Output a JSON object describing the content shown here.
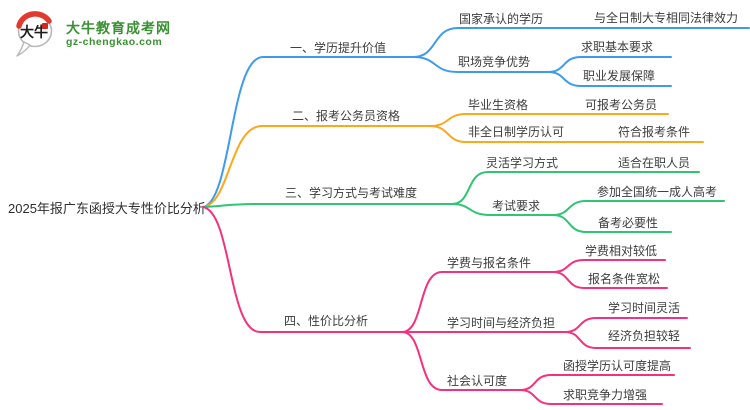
{
  "logo": {
    "icon_text": "大牛",
    "brand": "大牛教育成考网",
    "domain": "gz-chengkao.com",
    "brand_color": "#3a9132",
    "icon_red": "#e23a2e",
    "icon_stroke": "#b9b9b9"
  },
  "root": {
    "label": "2025年报广东函授大专性价比分析"
  },
  "colors": {
    "blue": "#3d9bee",
    "orange": "#fba81c",
    "green": "#2ec574",
    "pink": "#f5317f",
    "text": "#3d3d3d"
  },
  "branches": [
    {
      "label": "一、学历提升价值",
      "color": "#3d9bee",
      "children": [
        {
          "label": "国家承认的学历",
          "children": [
            {
              "label": "与全日制大专相同法律效力"
            }
          ]
        },
        {
          "label": "职场竞争优势",
          "children": [
            {
              "label": "求职基本要求"
            },
            {
              "label": "职业发展保障"
            }
          ]
        }
      ]
    },
    {
      "label": "二、报考公务员资格",
      "color": "#fba81c",
      "children": [
        {
          "label": "毕业生资格",
          "children": [
            {
              "label": "可报考公务员"
            }
          ]
        },
        {
          "label": "非全日制学历认可",
          "children": [
            {
              "label": "符合报考条件"
            }
          ]
        }
      ]
    },
    {
      "label": "三、学习方式与考试难度",
      "color": "#2ec574",
      "children": [
        {
          "label": "灵活学习方式",
          "children": [
            {
              "label": "适合在职人员"
            }
          ]
        },
        {
          "label": "考试要求",
          "children": [
            {
              "label": "参加全国统一成人高考"
            },
            {
              "label": "备考必要性"
            }
          ]
        }
      ]
    },
    {
      "label": "四、性价比分析",
      "color": "#f5317f",
      "children": [
        {
          "label": "学费与报名条件",
          "children": [
            {
              "label": "学费相对较低"
            },
            {
              "label": "报名条件宽松"
            }
          ]
        },
        {
          "label": "学习时间与经济负担",
          "children": [
            {
              "label": "学习时间灵活"
            },
            {
              "label": "经济负担较轻"
            }
          ]
        },
        {
          "label": "社会认可度",
          "children": [
            {
              "label": "函授学历认可度提高"
            },
            {
              "label": "求职竞争力增强"
            }
          ]
        }
      ]
    }
  ]
}
